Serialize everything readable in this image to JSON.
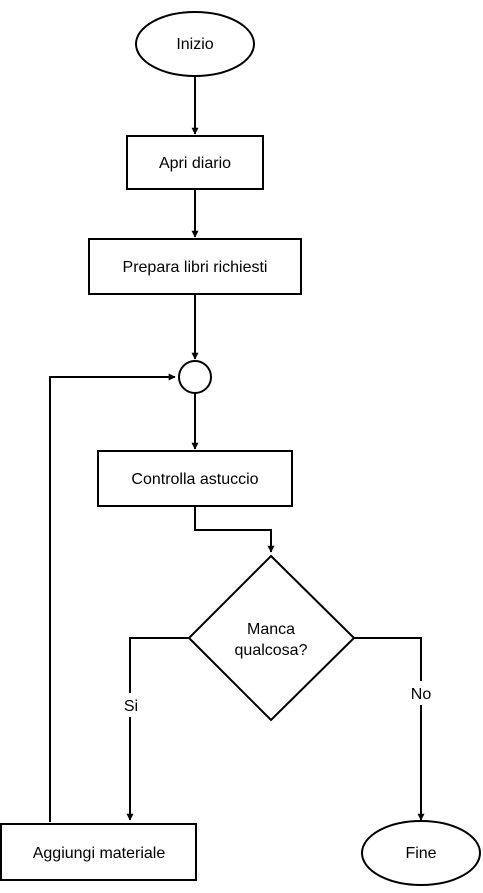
{
  "flowchart": {
    "start_label": "Inizio",
    "step1_label": "Apri diario",
    "step2_label": "Prepara libri richiesti",
    "step3_label": "Controlla astuccio",
    "decision_line1": "Manca",
    "decision_line2": "qualcosa?",
    "yes_label": "Si",
    "no_label": "No",
    "add_label": "Aggiungi materiale",
    "end_label": "Fine"
  },
  "colors": {
    "stroke": "#000000",
    "fill": "#ffffff"
  }
}
